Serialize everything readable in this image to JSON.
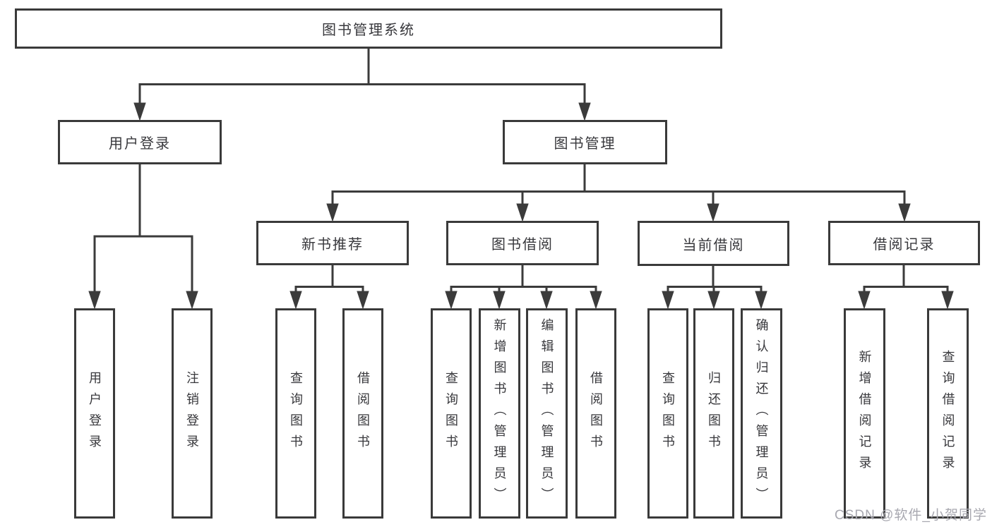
{
  "diagram_title": "图书管理系统",
  "watermark": "CSDN @软件_小贺同学",
  "colors": {
    "line": "#3b3b3b",
    "box_border": "#3a3a3a",
    "text": "#38383c",
    "watermark_text": "#a8a8b0",
    "background": "#ffffff"
  },
  "tree": {
    "label": "图书管理系统",
    "children": [
      {
        "label": "用户登录",
        "children": [
          {
            "label": "用户登录"
          },
          {
            "label": "注销登录"
          }
        ]
      },
      {
        "label": "图书管理",
        "children": [
          {
            "label": "新书推荐",
            "children": [
              {
                "label": "查询图书"
              },
              {
                "label": "借阅图书"
              }
            ]
          },
          {
            "label": "图书借阅",
            "children": [
              {
                "label": "查询图书"
              },
              {
                "label": "新增图书（管理员）"
              },
              {
                "label": "编辑图书（管理员）"
              },
              {
                "label": "借阅图书"
              }
            ]
          },
          {
            "label": "当前借阅",
            "children": [
              {
                "label": "查询图书"
              },
              {
                "label": "归还图书"
              },
              {
                "label": "确认归还（管理员）"
              }
            ]
          },
          {
            "label": "借阅记录",
            "children": [
              {
                "label": "新增借阅记录"
              },
              {
                "label": "查询借阅记录"
              }
            ]
          }
        ]
      }
    ]
  }
}
